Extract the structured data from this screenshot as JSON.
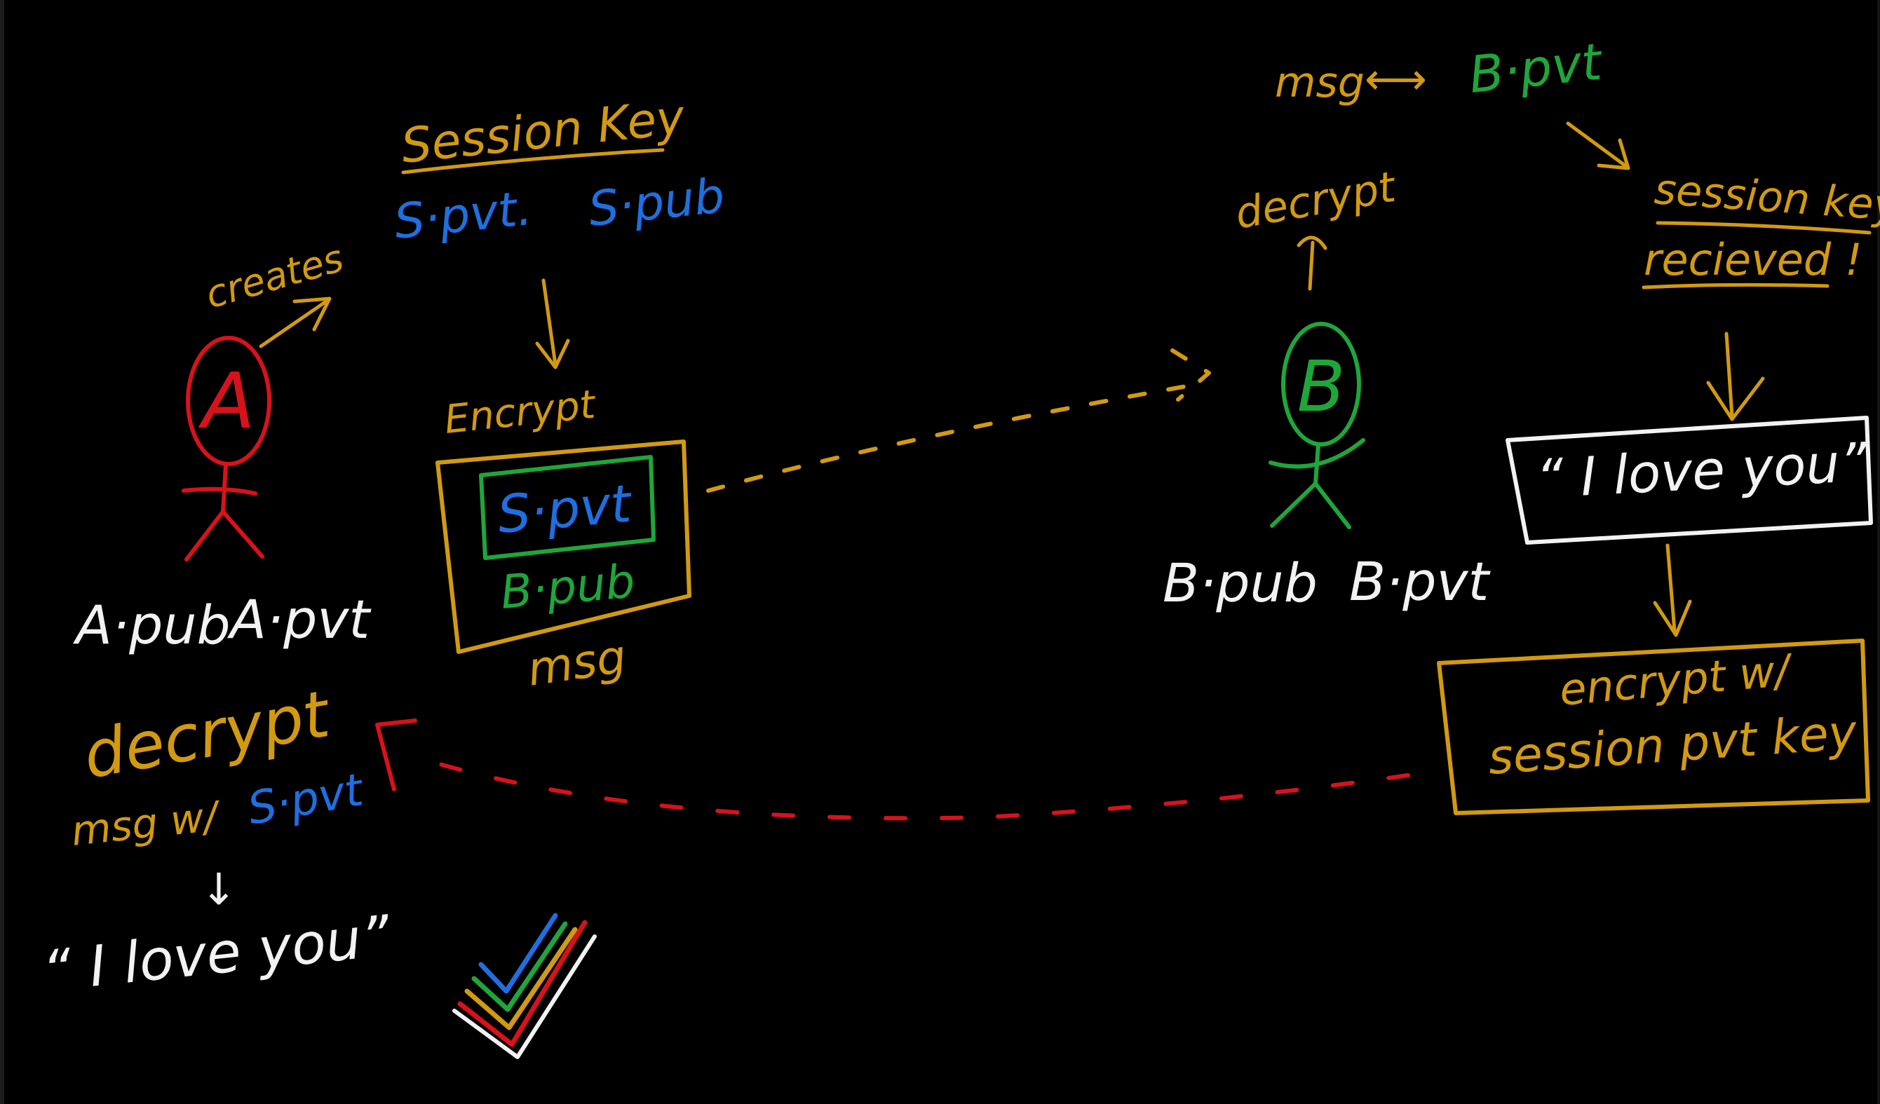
{
  "colors": {
    "background": "#000000",
    "orange": "#d29a11",
    "blue": "#1f6fe0",
    "green": "#1fa63a",
    "red": "#d8121b",
    "white": "#f2f2f2"
  },
  "alice": {
    "letter": "A",
    "label_pub": "A·pub",
    "label_pvt": "A·pvt",
    "creates": "creates"
  },
  "session": {
    "title": "Session Key",
    "pvt": "S·pvt.",
    "pub": "S·pub"
  },
  "encrypt_box": {
    "heading": "Encrypt",
    "inner_pvt": "S·pvt",
    "inner_pub": "B·pub",
    "caption": "msg"
  },
  "bob": {
    "letter": "B",
    "label_pub": "B·pub",
    "label_pvt": "B·pvt",
    "decrypt": "decrypt",
    "relation_msg": "msg",
    "relation_arrow": "⟷",
    "relation_key": "B·pvt"
  },
  "received": {
    "line1": "session key",
    "line2": "recieved !"
  },
  "message_box": {
    "text": "“ I love you”"
  },
  "reply_box": {
    "line1": "encrypt w/",
    "line2": "session pvt key"
  },
  "alice_decrypt": {
    "title": "decrypt",
    "line_msg": "msg w/",
    "line_key": "S·pvt",
    "down_arrow": "↓",
    "result": "“ I love you”"
  },
  "checkmark": {
    "colors": [
      "#1f6fe0",
      "#1fa63a",
      "#d29a11",
      "#d8121b",
      "#f2f2f2"
    ]
  }
}
